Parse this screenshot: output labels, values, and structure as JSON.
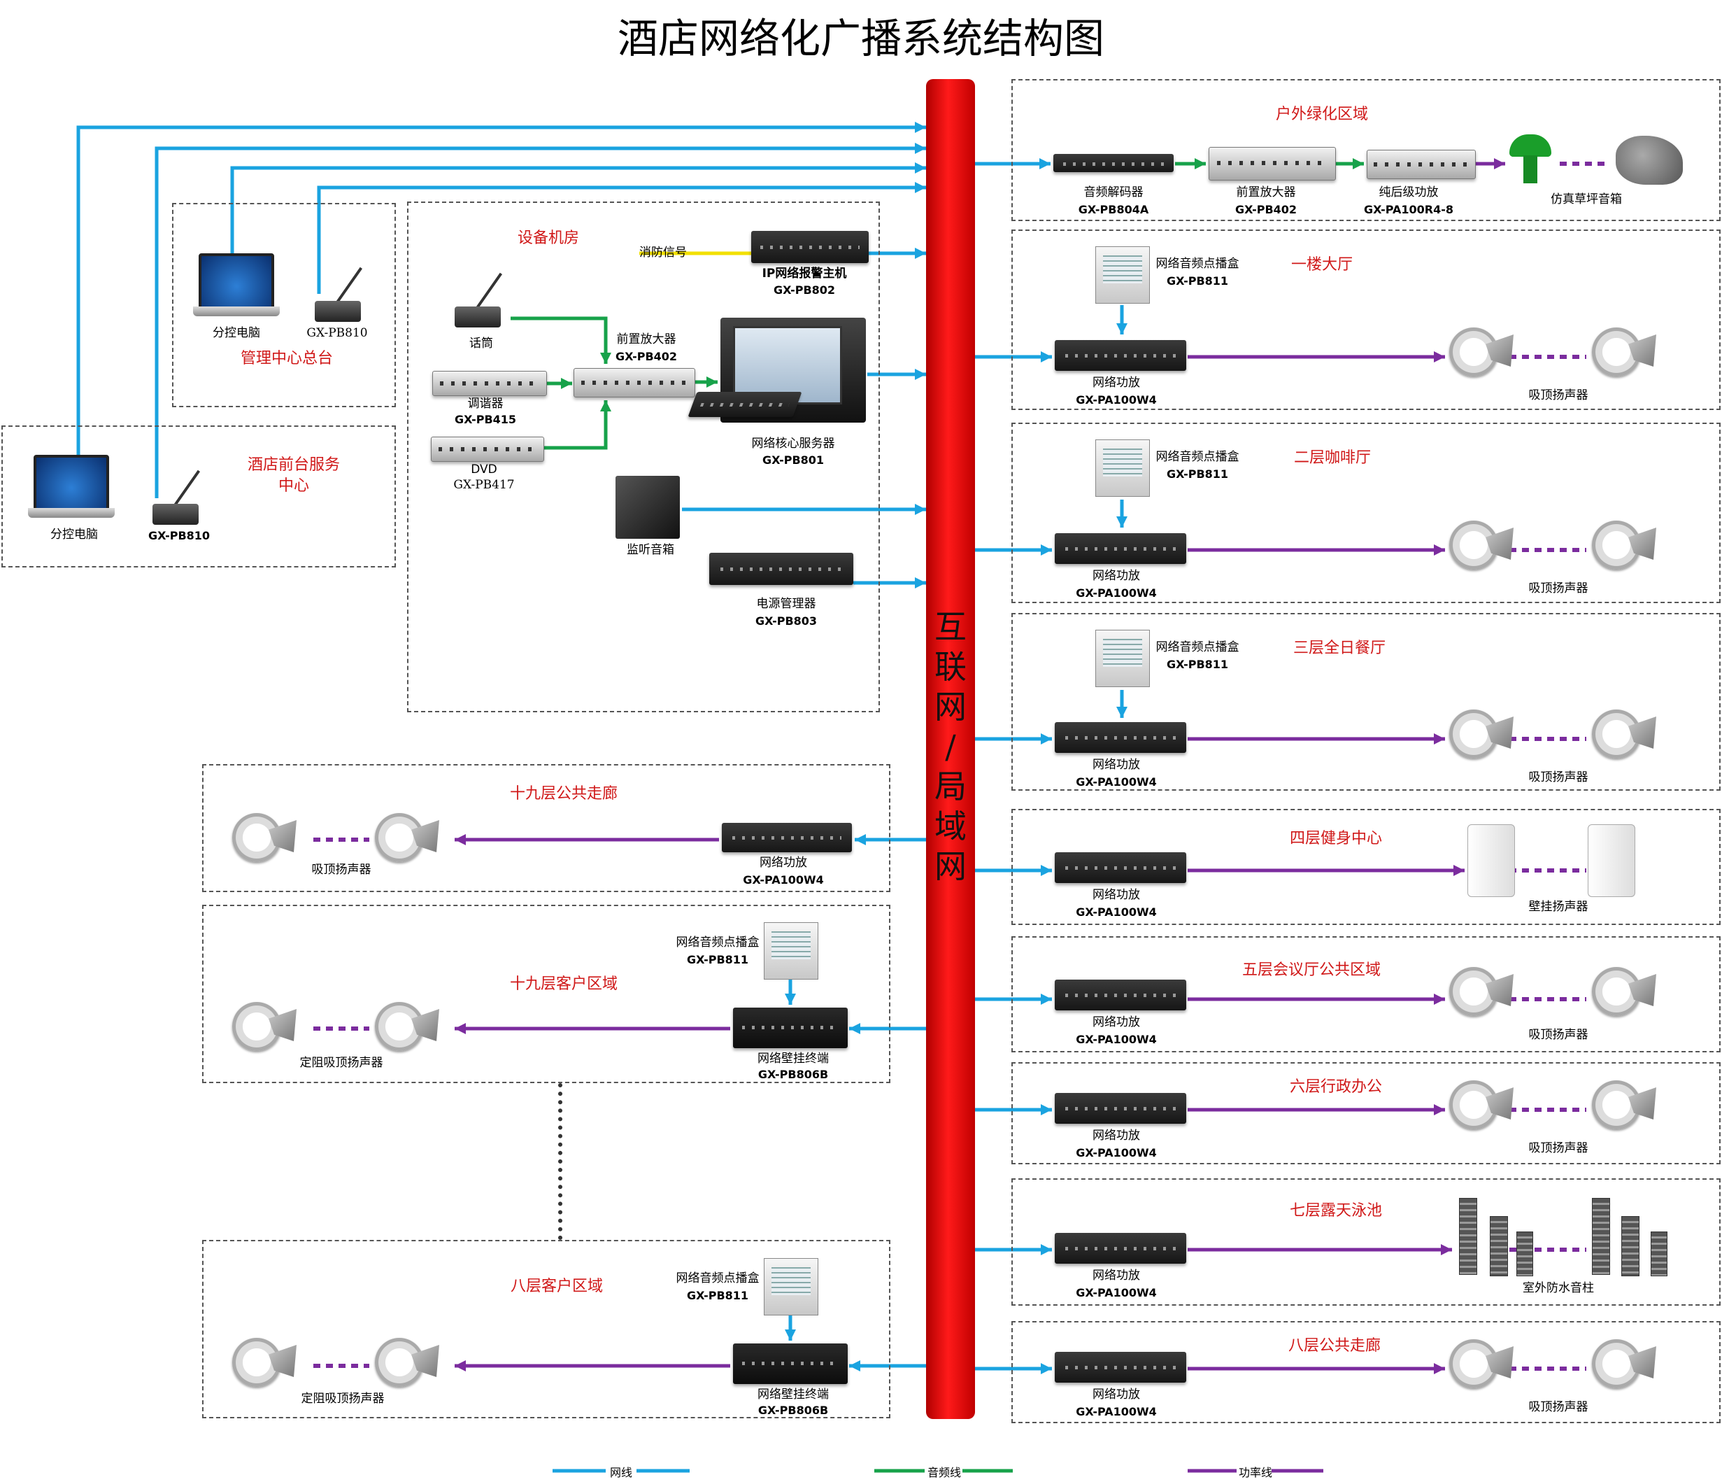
{
  "title": "酒店网络化广播系统结构图",
  "backbone_label": [
    "互",
    "联",
    "网",
    "/",
    "局",
    "域",
    "网"
  ],
  "legend": {
    "network": "网线",
    "audio": "音频线",
    "power": "功率线"
  },
  "colors": {
    "network": "#1aa3e0",
    "audio": "#17a24a",
    "power": "#7b2c9e",
    "backbone": "#e00000",
    "zone": "#d01818"
  },
  "left_top": {
    "mgmt": {
      "zone": "管理中心总台",
      "laptop": "分控电脑",
      "mic_model": "GX-PB810"
    },
    "front": {
      "zone": "酒店前台服务中心",
      "laptop": "分控电脑",
      "mic_model": "GX-PB810"
    }
  },
  "equipment_room": {
    "zone": "设备机房",
    "fire_signal": "消防信号",
    "alarm": {
      "name": "IP网络报警主机",
      "model": "GX-PB802"
    },
    "mic": {
      "name": "话筒"
    },
    "preamp": {
      "name": "前置放大器",
      "model": "GX-PB402"
    },
    "tuner": {
      "name": "调谐器",
      "model": "GX-PB415"
    },
    "dvd": {
      "name": "DVD",
      "model": "GX-PB417"
    },
    "server": {
      "name": "网络核心服务器",
      "model": "GX-PB801"
    },
    "monitor": {
      "name": "监听音箱"
    },
    "power": {
      "name": "电源管理器",
      "model": "GX-PB803"
    }
  },
  "left_zones": [
    {
      "zone": "十九层公共走廊",
      "device": "网络功放",
      "model": "GX-PA100W4",
      "speaker": "吸顶扬声器"
    },
    {
      "zone": "十九层客户区域",
      "box": "网络音频点播盒",
      "box_model": "GX-PB811",
      "device": "网络壁挂终端",
      "model": "GX-PB806B",
      "speaker": "定阻吸顶扬声器"
    },
    {
      "zone": "八层客户区域",
      "box": "网络音频点播盒",
      "box_model": "GX-PB811",
      "device": "网络壁挂终端",
      "model": "GX-PB806B",
      "speaker": "定阻吸顶扬声器"
    }
  ],
  "outdoor": {
    "zone": "户外绿化区域",
    "decoder": {
      "name": "音频解码器",
      "model": "GX-PB804A"
    },
    "preamp": {
      "name": "前置放大器",
      "model": "GX-PB402"
    },
    "poweramp": {
      "name": "纯后级功放",
      "model": "GX-PA100R4-8"
    },
    "speaker": "仿真草坪音箱"
  },
  "right_zones": [
    {
      "zone": "一楼大厅",
      "box": "网络音频点播盒",
      "box_model": "GX-PB811",
      "device": "网络功放",
      "model": "GX-PA100W4",
      "speaker": "吸顶扬声器"
    },
    {
      "zone": "二层咖啡厅",
      "box": "网络音频点播盒",
      "box_model": "GX-PB811",
      "device": "网络功放",
      "model": "GX-PA100W4",
      "speaker": "吸顶扬声器"
    },
    {
      "zone": "三层全日餐厅",
      "box": "网络音频点播盒",
      "box_model": "GX-PB811",
      "device": "网络功放",
      "model": "GX-PA100W4",
      "speaker": "吸顶扬声器"
    },
    {
      "zone": "四层健身中心",
      "device": "网络功放",
      "model": "GX-PA100W4",
      "speaker": "壁挂扬声器"
    },
    {
      "zone": "五层会议厅公共区域",
      "device": "网络功放",
      "model": "GX-PA100W4",
      "speaker": "吸顶扬声器"
    },
    {
      "zone": "六层行政办公",
      "device": "网络功放",
      "model": "GX-PA100W4",
      "speaker": "吸顶扬声器"
    },
    {
      "zone": "七层露天泳池",
      "device": "网络功放",
      "model": "GX-PA100W4",
      "speaker": "室外防水音柱"
    },
    {
      "zone": "八层公共走廊",
      "device": "网络功放",
      "model": "GX-PA100W4",
      "speaker": "吸顶扬声器"
    }
  ]
}
